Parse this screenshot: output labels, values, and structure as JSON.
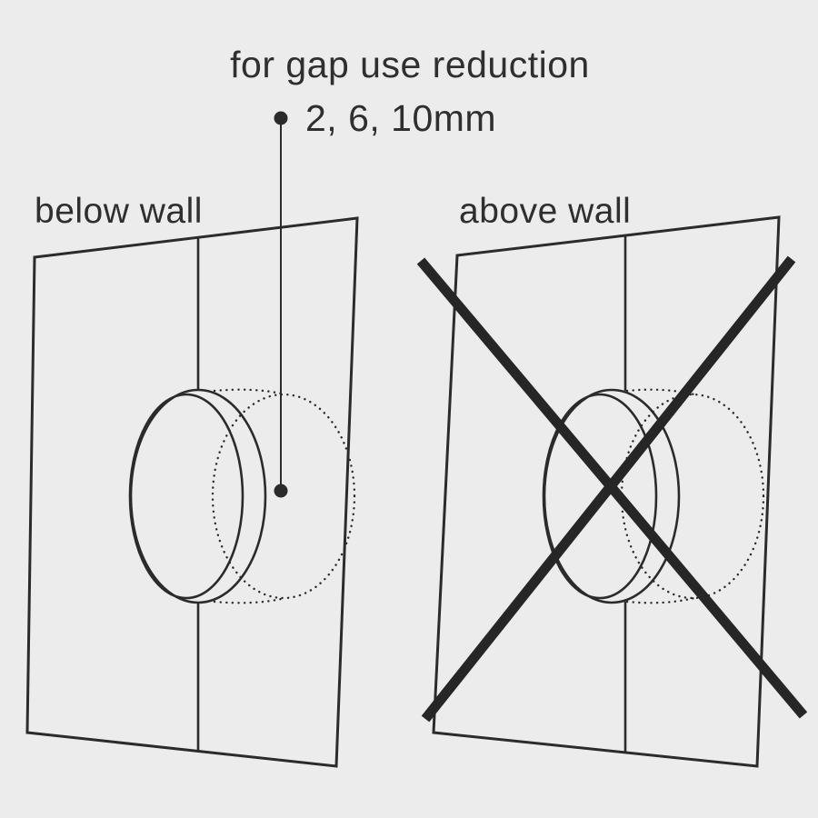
{
  "page": {
    "background_color": "#ececec",
    "line_color": "#2b2b2b",
    "cross_color": "#262626",
    "text_color": "#2f2f2f"
  },
  "annotation": {
    "heading": "for gap use reduction",
    "values": "2, 6, 10mm"
  },
  "left_figure": {
    "label": "below wall"
  },
  "right_figure": {
    "label": "above wall"
  },
  "icons": {
    "cross": "✕"
  }
}
